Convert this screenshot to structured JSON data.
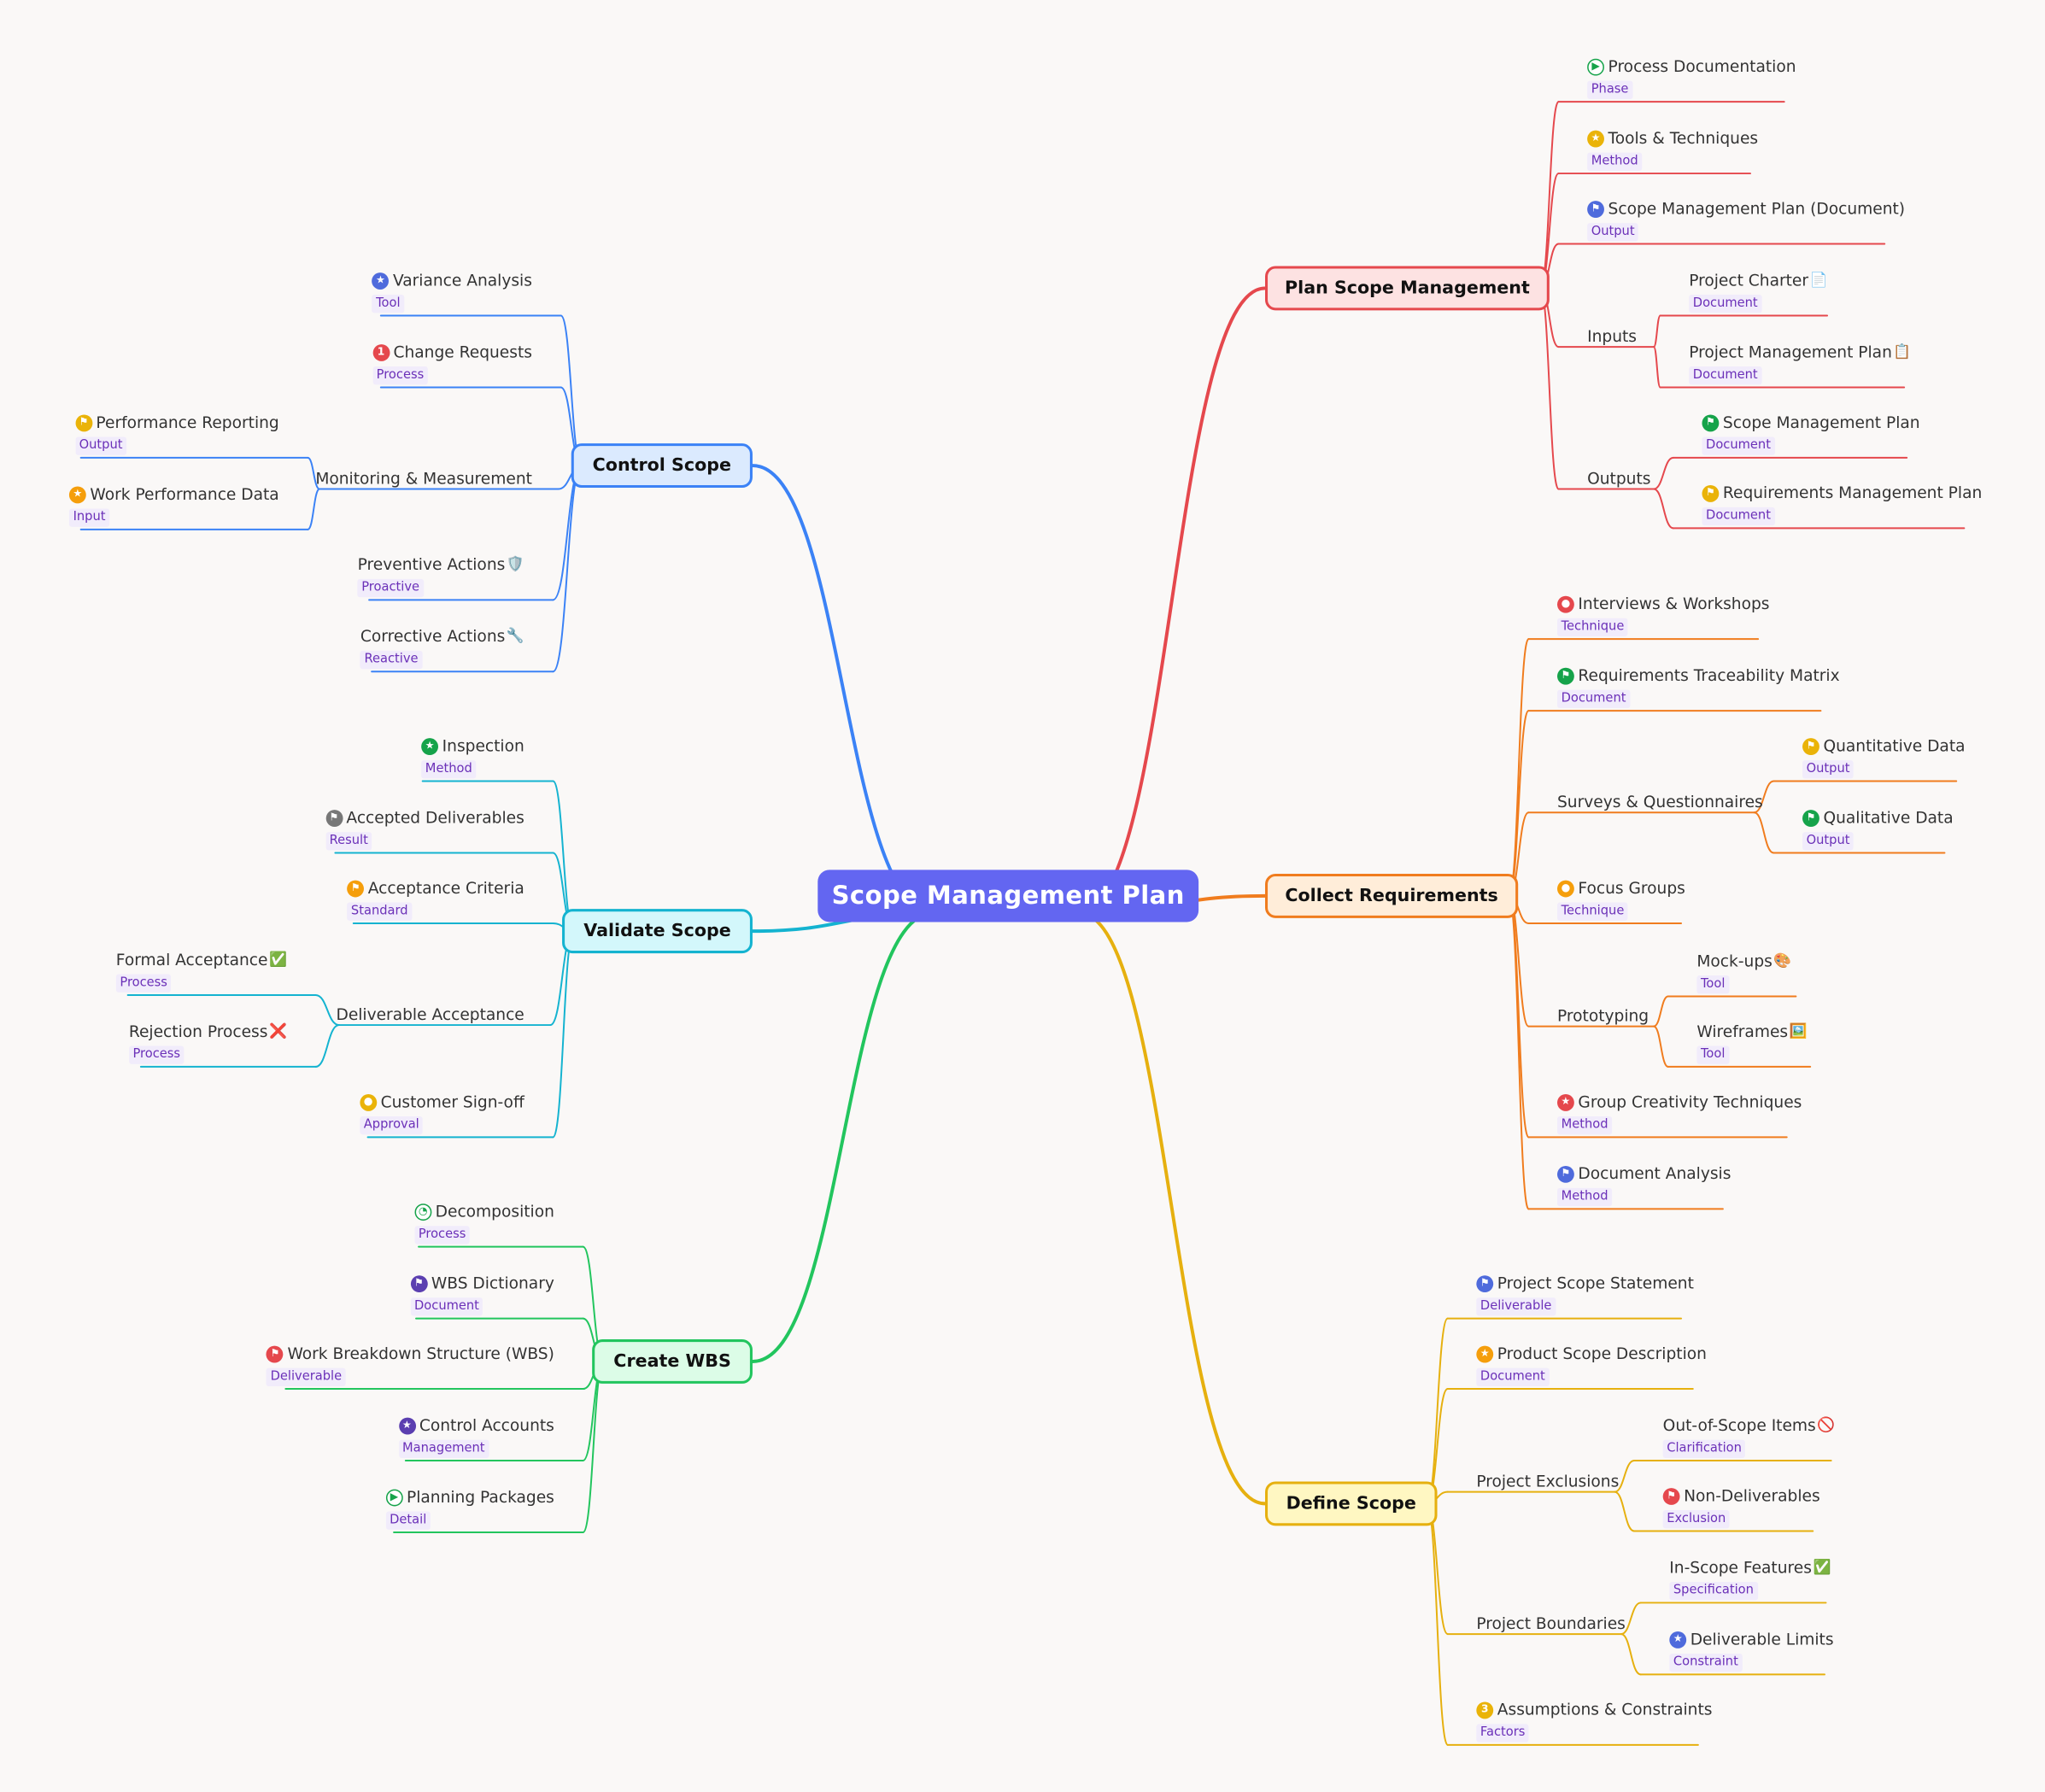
{
  "root": {
    "label": "Scope Management Plan",
    "color": "#6366f1"
  },
  "branches": [
    {
      "id": "plan",
      "label": "Plan Scope Management",
      "side": "right",
      "color": "#e5484d",
      "fill": "#fde2e2",
      "children": [
        {
          "type": "leaf",
          "label": "Process Documentation",
          "tag": "Phase",
          "icon": "play-icon",
          "icon_color": "#16a34a"
        },
        {
          "type": "leaf",
          "label": "Tools & Techniques",
          "tag": "Method",
          "icon": "star-icon",
          "icon_color": "#eab308"
        },
        {
          "type": "leaf",
          "label": "Scope Management Plan (Document)",
          "tag": "Output",
          "icon": "flag-icon",
          "icon_color": "#4f6bdc"
        },
        {
          "type": "group",
          "label": "Inputs",
          "children": [
            {
              "type": "leaf",
              "label": "Project Charter",
              "emoji": "📄",
              "tag": "Document"
            },
            {
              "type": "leaf",
              "label": "Project Management Plan",
              "emoji": "📋",
              "tag": "Document"
            }
          ]
        },
        {
          "type": "group",
          "label": "Outputs",
          "children": [
            {
              "type": "leaf",
              "label": "Scope Management Plan",
              "tag": "Document",
              "icon": "flag-icon",
              "icon_color": "#16a34a"
            },
            {
              "type": "leaf",
              "label": "Requirements Management Plan",
              "tag": "Document",
              "icon": "flag-icon",
              "icon_color": "#eab308"
            }
          ]
        }
      ]
    },
    {
      "id": "collect",
      "label": "Collect Requirements",
      "side": "right",
      "color": "#f07c1e",
      "fill": "#ffedd9",
      "children": [
        {
          "type": "leaf",
          "label": "Interviews & Workshops",
          "tag": "Technique",
          "icon": "person-icon",
          "icon_color": "#e5484d"
        },
        {
          "type": "leaf",
          "label": "Requirements Traceability Matrix",
          "tag": "Document",
          "icon": "flag-icon",
          "icon_color": "#16a34a"
        },
        {
          "type": "group",
          "label": "Surveys & Questionnaires",
          "children": [
            {
              "type": "leaf",
              "label": "Quantitative Data",
              "tag": "Output",
              "icon": "flag-icon",
              "icon_color": "#eab308"
            },
            {
              "type": "leaf",
              "label": "Qualitative Data",
              "tag": "Output",
              "icon": "flag-icon",
              "icon_color": "#16a34a"
            }
          ]
        },
        {
          "type": "leaf",
          "label": "Focus Groups",
          "tag": "Technique",
          "icon": "person-icon",
          "icon_color": "#f59e0b"
        },
        {
          "type": "group",
          "label": "Prototyping",
          "children": [
            {
              "type": "leaf",
              "label": "Mock-ups",
              "emoji": "🎨",
              "tag": "Tool"
            },
            {
              "type": "leaf",
              "label": "Wireframes",
              "emoji": "🖼️",
              "tag": "Tool"
            }
          ]
        },
        {
          "type": "leaf",
          "label": "Group Creativity Techniques",
          "tag": "Method",
          "icon": "star-icon",
          "icon_color": "#e5484d"
        },
        {
          "type": "leaf",
          "label": "Document Analysis",
          "tag": "Method",
          "icon": "flag-icon",
          "icon_color": "#4f6bdc"
        }
      ]
    },
    {
      "id": "define",
      "label": "Define Scope",
      "side": "right",
      "color": "#e6b00f",
      "fill": "#fff7c2",
      "children": [
        {
          "type": "leaf",
          "label": "Project Scope Statement",
          "tag": "Deliverable",
          "icon": "flag-icon",
          "icon_color": "#4f6bdc"
        },
        {
          "type": "leaf",
          "label": "Product Scope Description",
          "tag": "Document",
          "icon": "star-icon",
          "icon_color": "#f59e0b"
        },
        {
          "type": "group",
          "label": "Project Exclusions",
          "children": [
            {
              "type": "leaf",
              "label": "Out-of-Scope Items",
              "emoji": "🚫",
              "tag": "Clarification"
            },
            {
              "type": "leaf",
              "label": "Non-Deliverables",
              "tag": "Exclusion",
              "icon": "flag-icon",
              "icon_color": "#e5484d"
            }
          ]
        },
        {
          "type": "group",
          "label": "Project Boundaries",
          "children": [
            {
              "type": "leaf",
              "label": "In-Scope Features",
              "emoji": "✅",
              "tag": "Specification"
            },
            {
              "type": "leaf",
              "label": "Deliverable Limits",
              "tag": "Constraint",
              "icon": "star-icon",
              "icon_color": "#4f6bdc"
            }
          ]
        },
        {
          "type": "leaf",
          "label": "Assumptions & Constraints",
          "tag": "Factors",
          "icon": "number-3-icon",
          "icon_text": "3",
          "icon_color": "#eab308"
        }
      ]
    },
    {
      "id": "control",
      "label": "Control Scope",
      "side": "left",
      "color": "#3b82f6",
      "fill": "#dbeafe",
      "children": [
        {
          "type": "leaf",
          "label": "Variance Analysis",
          "tag": "Tool",
          "icon": "star-icon",
          "icon_color": "#4f6bdc"
        },
        {
          "type": "leaf",
          "label": "Change Requests",
          "tag": "Process",
          "icon": "number-1-icon",
          "icon_text": "1",
          "icon_color": "#e5484d"
        },
        {
          "type": "group",
          "label": "Monitoring & Measurement",
          "children": [
            {
              "type": "leaf",
              "label": "Performance Reporting",
              "tag": "Output",
              "icon": "flag-icon",
              "icon_color": "#eab308"
            },
            {
              "type": "leaf",
              "label": "Work Performance Data",
              "tag": "Input",
              "icon": "star-icon",
              "icon_color": "#f59e0b"
            }
          ]
        },
        {
          "type": "leaf",
          "label": "Preventive Actions",
          "emoji": "🛡️",
          "tag": "Proactive"
        },
        {
          "type": "leaf",
          "label": "Corrective Actions",
          "emoji": "🔧",
          "tag": "Reactive"
        }
      ]
    },
    {
      "id": "validate",
      "label": "Validate Scope",
      "side": "left",
      "color": "#14b3d0",
      "fill": "#d3f7fb",
      "children": [
        {
          "type": "leaf",
          "label": "Inspection",
          "tag": "Method",
          "icon": "star-icon",
          "icon_color": "#16a34a"
        },
        {
          "type": "leaf",
          "label": "Accepted Deliverables",
          "tag": "Result",
          "icon": "flag-icon",
          "icon_color": "#777777"
        },
        {
          "type": "leaf",
          "label": "Acceptance Criteria",
          "tag": "Standard",
          "icon": "flag-icon",
          "icon_color": "#f59e0b"
        },
        {
          "type": "group",
          "label": "Deliverable Acceptance",
          "children": [
            {
              "type": "leaf",
              "label": "Formal Acceptance",
              "emoji": "✅",
              "tag": "Process"
            },
            {
              "type": "leaf",
              "label": "Rejection Process",
              "emoji": "❌",
              "tag": "Process"
            }
          ]
        },
        {
          "type": "leaf",
          "label": "Customer Sign-off",
          "tag": "Approval",
          "icon": "person-icon",
          "icon_color": "#eab308"
        }
      ]
    },
    {
      "id": "wbs",
      "label": "Create WBS",
      "side": "left",
      "color": "#22c55e",
      "fill": "#dcfce7",
      "children": [
        {
          "type": "leaf",
          "label": "Decomposition",
          "tag": "Process",
          "icon": "progress-icon",
          "icon_color": "#16a34a"
        },
        {
          "type": "leaf",
          "label": "WBS Dictionary",
          "tag": "Document",
          "icon": "flag-icon",
          "icon_color": "#5b3fb0"
        },
        {
          "type": "leaf",
          "label": "Work Breakdown Structure (WBS)",
          "tag": "Deliverable",
          "icon": "flag-icon",
          "icon_color": "#e5484d"
        },
        {
          "type": "leaf",
          "label": "Control Accounts",
          "tag": "Management",
          "icon": "star-icon",
          "icon_color": "#5b3fb0"
        },
        {
          "type": "leaf",
          "label": "Planning Packages",
          "tag": "Detail",
          "icon": "play-icon",
          "icon_color": "#16a34a"
        }
      ]
    }
  ]
}
